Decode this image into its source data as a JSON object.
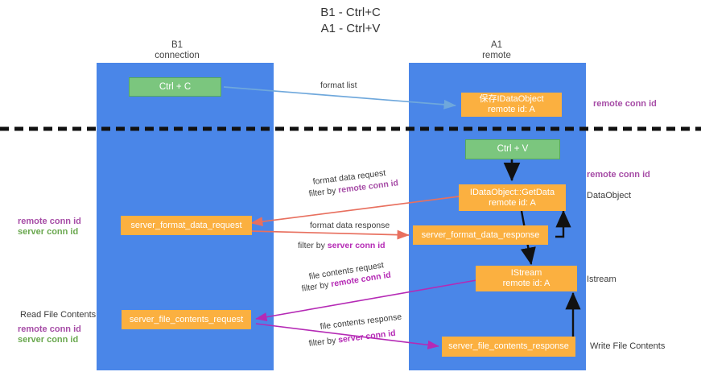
{
  "title": {
    "line1": "B1 - Ctrl+C",
    "line2": "A1 - Ctrl+V"
  },
  "columns": [
    {
      "name": "B1",
      "role": "connection"
    },
    {
      "name": "A1",
      "role": "remote"
    }
  ],
  "boxes": {
    "ctrl_c": "Ctrl + C",
    "ctrl_v": "Ctrl + V",
    "save_dataobject_l1": "保存IDataObject",
    "save_dataobject_l2": "remote id: A",
    "getdata_l1": "IDataObject::GetData",
    "getdata_l2": "remote id: A",
    "istream_l1": "IStream",
    "istream_l2": "remote id: A",
    "server_format_data_request": "server_format_data_request",
    "server_format_data_response": "server_format_data_response",
    "server_file_contents_request": "server_file_contents_request",
    "server_file_contents_response": "server_file_contents_response"
  },
  "arrow_labels": {
    "format_list": "format list",
    "format_data_request": "format data request",
    "format_data_request_filter_prefix": "filter by ",
    "format_data_request_filter_key": "remote conn id",
    "format_data_response": "format data response",
    "format_data_response_filter_prefix": "filter by ",
    "format_data_response_filter_key": "server conn id",
    "file_contents_request": "file contents request",
    "file_contents_request_filter_prefix": "filter by ",
    "file_contents_request_filter_key": "remote conn id",
    "file_contents_response": "file contents response",
    "file_contents_response_filter_prefix": "filter by ",
    "file_contents_response_filter_key": "server conn id"
  },
  "side_labels": {
    "right_remote_conn_id_top": "remote conn id",
    "right_remote_conn_id_mid": "remote conn id",
    "right_dataobject": "DataObject",
    "right_istream": "Istream",
    "right_write_file_contents": "Write File Contents",
    "left_remote_conn_id_mid": "remote conn id",
    "left_server_conn_id_mid": "server conn id",
    "left_read_file_contents": "Read File Contents",
    "left_remote_conn_id_bot": "remote conn id",
    "left_server_conn_id_bot": "server conn id"
  },
  "colors": {
    "column_blue": "#4a86e8",
    "box_orange": "#fbb040",
    "box_green": "#7bc67e",
    "arrow_lightblue": "#6fa8dc",
    "arrow_red": "#e8705f",
    "arrow_magenta": "#b52ab5",
    "arrow_black": "#111111",
    "key_purple": "#a64ca6",
    "key_green": "#6aa84f",
    "divider_black": "#111111"
  }
}
